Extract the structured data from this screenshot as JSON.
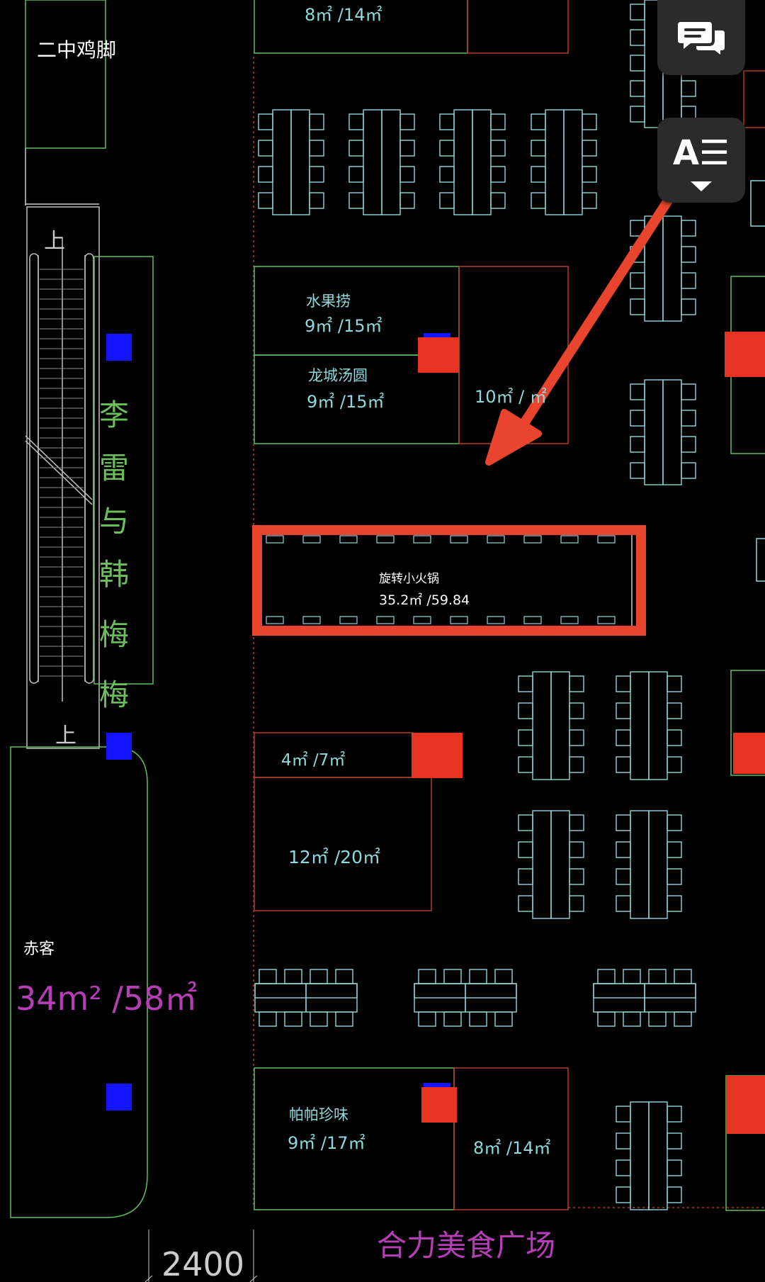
{
  "colors": {
    "background": "#000000",
    "cyan": "#8fd8dc",
    "green": "#5fbf5f",
    "darkred": "#b23a2a",
    "red": "#e63322",
    "blue": "#1414ff",
    "magenta": "#b53db5",
    "annotation_red": "#e8442e"
  },
  "plan": {
    "stalls": {
      "top_partial_area": "8㎡ /14㎡",
      "erzhong_jijiao": "二中鸡脚",
      "shuiguolao_name": "水果捞",
      "shuiguolao_area": "9㎡ /15㎡",
      "longcheng_name": "龙城汤圆",
      "longcheng_area": "9㎡ /15㎡",
      "stall_10_area": "10㎡ /   ㎡",
      "hotpot_name": "旋转小火锅",
      "hotpot_area": "35.2㎡ /59.84",
      "small_stall_area": "4㎡ /7㎡",
      "stall_12_area": "12㎡ /20㎡",
      "chike_name": "赤客",
      "chike_area": "34m² /58㎡",
      "papa_name": "帕帕珍味",
      "papa_area": "9㎡ /17㎡",
      "bottom_right_area": "8㎡ /14㎡"
    },
    "vertical_label_chars": [
      "李",
      "雷",
      "与",
      "韩",
      "梅",
      "梅"
    ],
    "escalator_label": "上",
    "dimension": "2400",
    "food_court_title": "合力美食广场"
  },
  "toolbar": {
    "comments_icon": "comments-icon",
    "text_format_icon": "text-format-icon",
    "text_format_label": "A☰"
  }
}
